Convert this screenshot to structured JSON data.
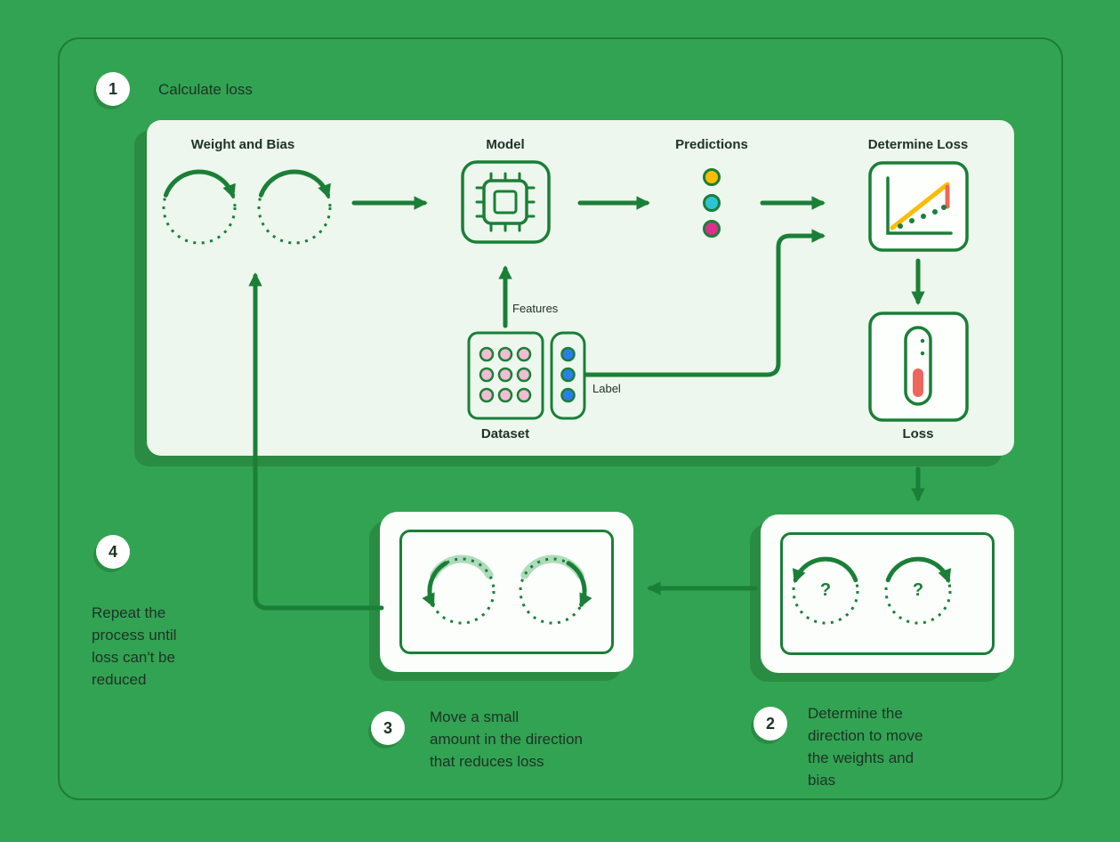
{
  "step1": {
    "number": "1",
    "title": "Calculate loss"
  },
  "panel": {
    "weight_bias": "Weight and Bias",
    "model": "Model",
    "predictions": "Predictions",
    "determine_loss": "Determine Loss",
    "loss": "Loss",
    "dataset": "Dataset",
    "features": "Features",
    "label": "Label"
  },
  "step2": {
    "number": "2",
    "question_mark": "?",
    "lines": [
      "Determine the",
      "direction to move",
      "the weights and",
      "bias"
    ]
  },
  "step3": {
    "number": "3",
    "lines": [
      "Move a small",
      "amount in the direction",
      "that reduces loss"
    ]
  },
  "step4": {
    "number": "4",
    "lines": [
      "Repeat the",
      "process until",
      "loss can't be",
      "reduced"
    ]
  },
  "colors": {
    "background_green": "#32a352",
    "stroke_green": "#1a7f37",
    "shadow_green": "#2a8c43",
    "panel_mint": "#edf7ed",
    "panel_white": "#fbfefb",
    "text_ink": "#1d3226",
    "prediction_yellow": "#fbbc04",
    "prediction_teal": "#2ec5d3",
    "prediction_magenta": "#df2e8b",
    "label_blue": "#2b7de9",
    "dataset_pink": "#f2bcd3",
    "loss_red": "#ee675c",
    "chart_line_yellow": "#fbbc04"
  }
}
